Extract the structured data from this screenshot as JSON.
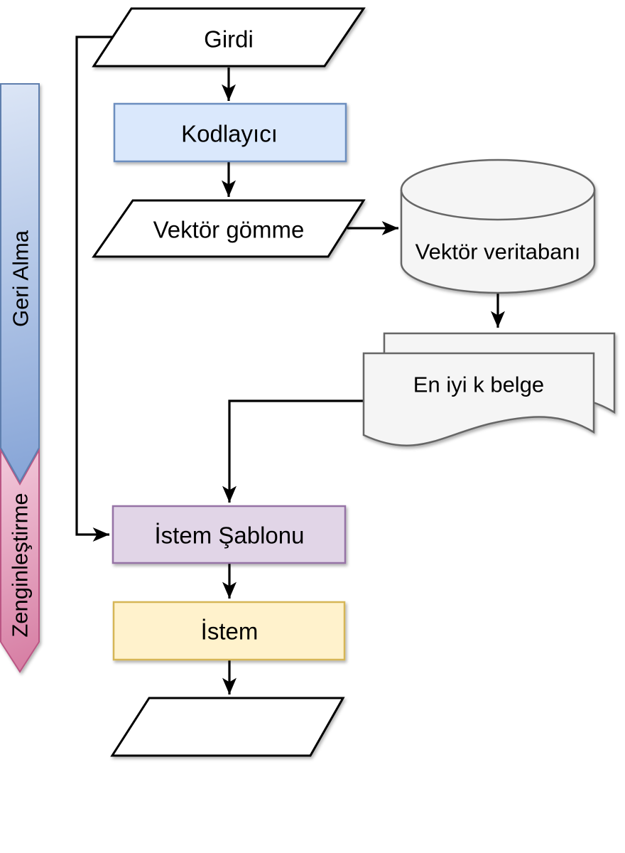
{
  "diagram": {
    "banners": {
      "retrieval": {
        "label": "Geri Alma",
        "gradient_light": "#dfe8f7",
        "gradient_dark": "#7f9fd4",
        "border": "#5f7fae"
      },
      "augmentation": {
        "label": "Zenginleştirme",
        "gradient_light": "#f4cdde",
        "gradient_dark": "#d06d97",
        "border": "#bb5784"
      }
    },
    "nodes": {
      "input": {
        "label": "Girdi",
        "fill": "#ffffff",
        "border": "#000000"
      },
      "encoder": {
        "label": "Kodlayıcı",
        "fill": "#dae8fc",
        "border": "#6c8ebf"
      },
      "embedding": {
        "label": "Vektör gömme",
        "fill": "#ffffff",
        "border": "#000000"
      },
      "vector_db": {
        "label": "Vektör veritabanı",
        "fill": "#f5f5f5",
        "border": "#666666"
      },
      "top_k": {
        "label": "En iyi k belge",
        "fill": "#f5f5f5",
        "border": "#666666"
      },
      "prompt_template": {
        "label": "İstem Şablonu",
        "fill": "#e1d5e7",
        "border": "#9673a6"
      },
      "prompt": {
        "label": "İstem",
        "fill": "#fff2cc",
        "border": "#d6b656"
      },
      "output": {
        "label": "",
        "fill": "#ffffff",
        "border": "#000000"
      }
    },
    "connector_color": "#000000"
  }
}
